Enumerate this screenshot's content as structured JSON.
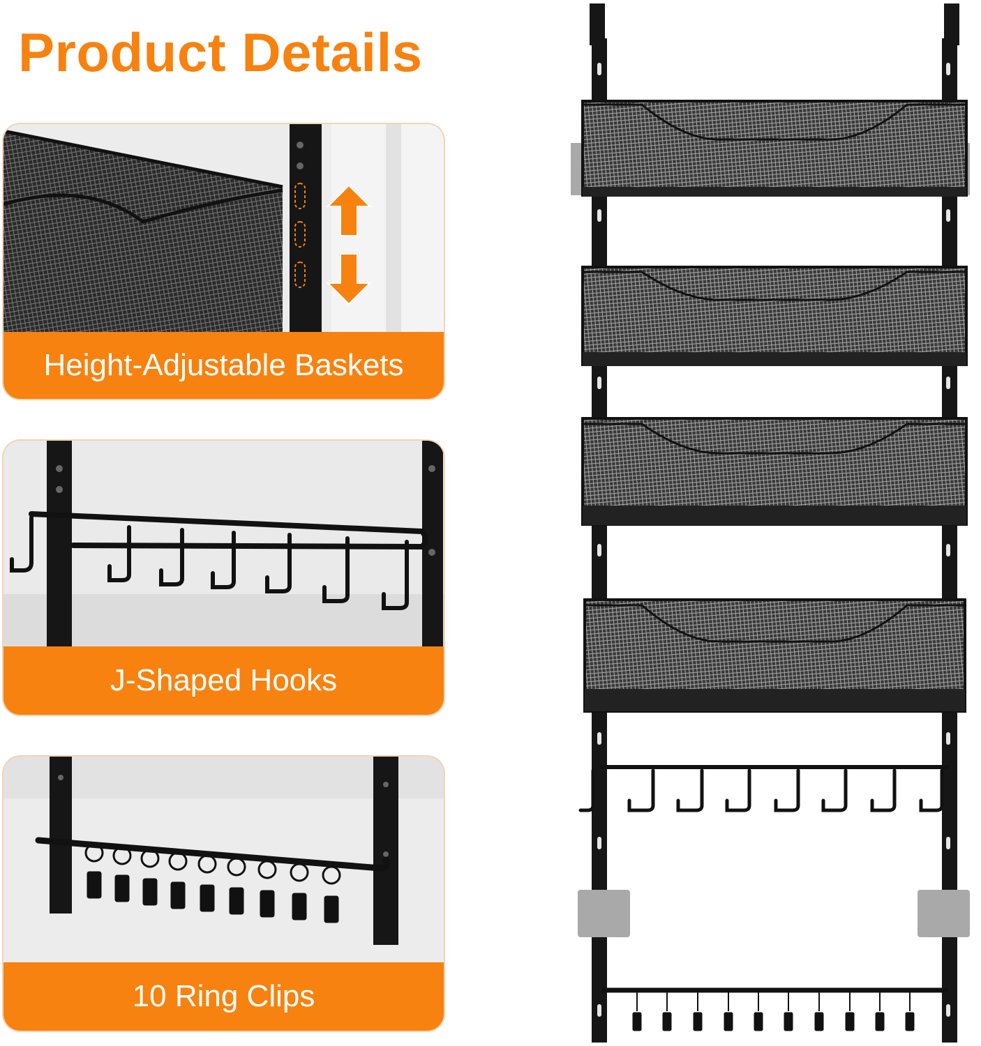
{
  "page": {
    "title": "Product Details",
    "accent_color": "#f7820f"
  },
  "features": [
    {
      "label": "Height-Adjustable Baskets",
      "icon": "height-adjust-arrows-icon"
    },
    {
      "label": "J-Shaped Hooks",
      "icon": "j-hook-icon"
    },
    {
      "label": "10 Ring Clips",
      "icon": "ring-clip-icon"
    }
  ]
}
